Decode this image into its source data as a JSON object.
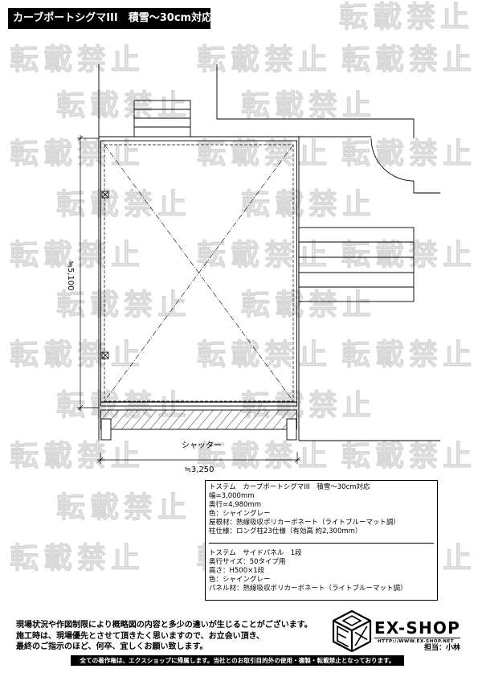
{
  "document": {
    "title": "カーブポートシグマIII　積雪～30cm対応"
  },
  "watermark": {
    "text": "転載禁止"
  },
  "drawing": {
    "depth_dimension": "≒5,100",
    "width_dimension": "≒3,250",
    "shutter_label": "シャッター"
  },
  "spec": {
    "carport": [
      "トステム　カーブポートシグマIII　積雪～30cm対応",
      "幅=3,000mm",
      "奥行=4,980mm",
      "色：シャイングレー",
      "屋根材：熱線吸収ポリカーボネート（ライトブルーマット調）",
      "柱仕様：ロング柱23仕様（有効高 約2,300mm）"
    ],
    "side_panel": [
      "トステム　サイドパネル　1段",
      "奥行サイズ：50タイプ用",
      "高さ：H500×1段",
      "色：シャイングレー",
      "パネル材：熱線吸収ポリカーボネート（ライトブルーマット調）"
    ]
  },
  "notes": [
    "現場状況や作図制限により概略図の内容と多少の違いが生じることがございます。",
    "施工時は、現場優先とさせて頂きたく思いますので、お立会い頂き、",
    "最終のご指示のほど、何卒、宜しくお願い致します。"
  ],
  "logo": {
    "brand": "EX-SHOP",
    "url": "HTTP://WWW.EX-SHOP.NET",
    "staff": "担当：小林"
  },
  "footer": {
    "copyright": "全ての著作権は、エクスショップに帰属します。当社とのお取引目的外の使用・複製・転載禁止となっております。"
  }
}
